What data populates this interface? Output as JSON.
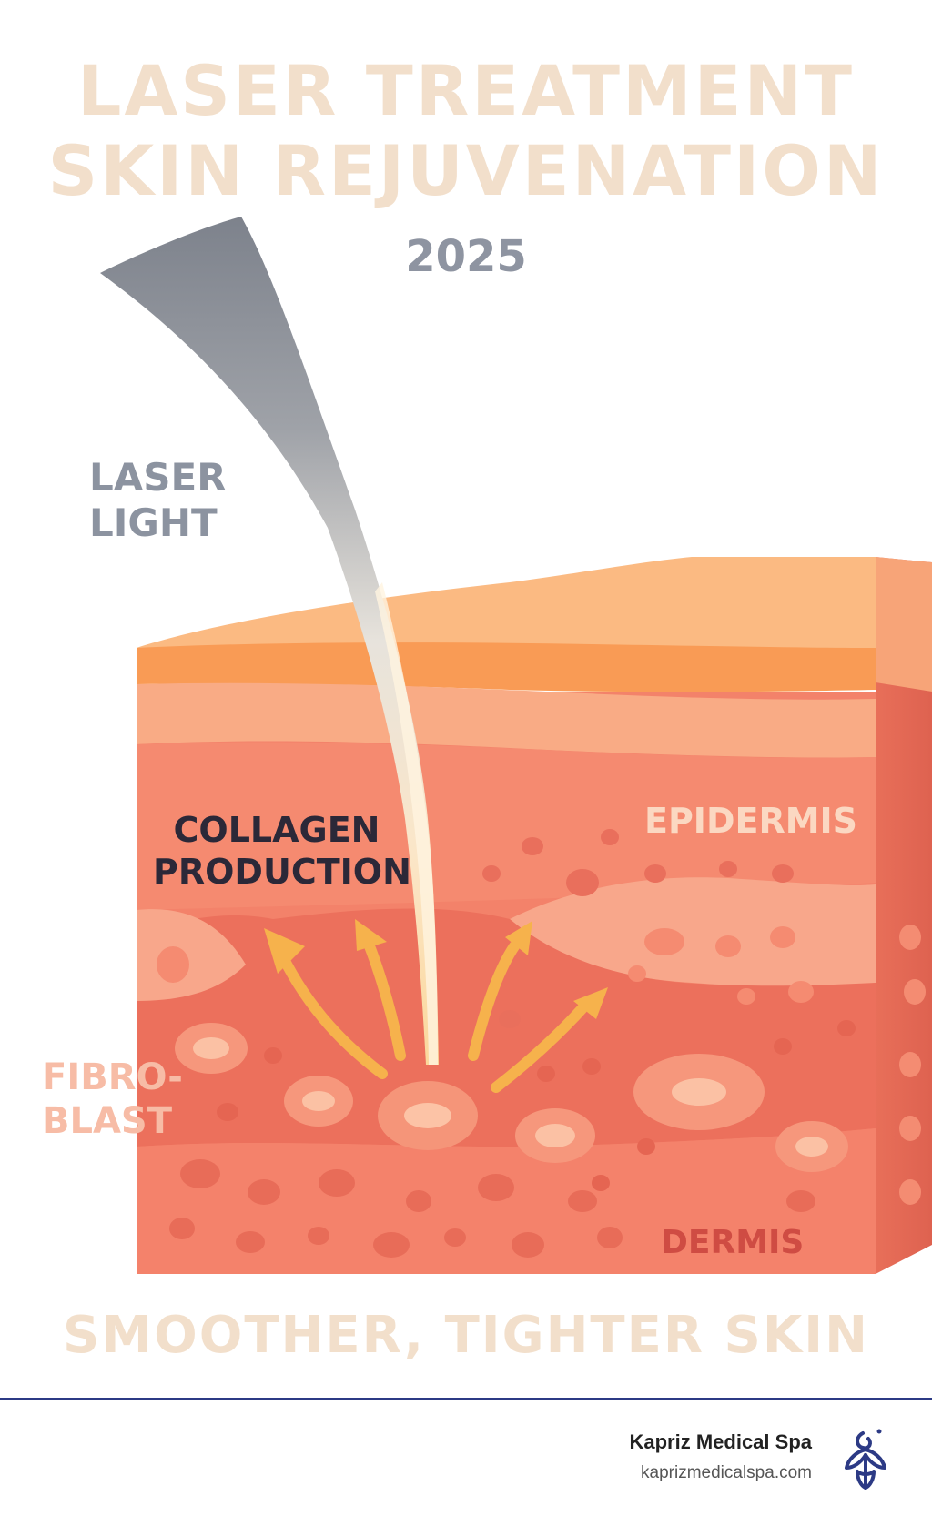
{
  "title": {
    "line1": "LASER TREATMENT",
    "line2": "SKIN REJUVENATION"
  },
  "year": "2025",
  "labels": {
    "laser_light": "LASER\nLIGHT",
    "collagen": "COLLAGEN\nPRODUCTION",
    "epidermis": "EPIDERMIS",
    "fibroblast": "FIBRO-\nBLAST",
    "dermis": "DERMIS"
  },
  "tagline": "SMOOTHER, TIGHTER SKIN",
  "footer": {
    "brand_name": "Kapriz Medical Spa",
    "brand_url": "kaprizmedicalspa.com"
  },
  "colors": {
    "title": "#f2dfcb",
    "accent_navy": "#2c3a85",
    "skin_top": "#fbba82",
    "skin_band": "#f99b55",
    "skin_mid": "#f4866b",
    "skin_deep": "#e86c57",
    "arrow": "#f6b24c"
  },
  "icons": {
    "brand_logo": "kapriz-flower-logo-icon"
  }
}
